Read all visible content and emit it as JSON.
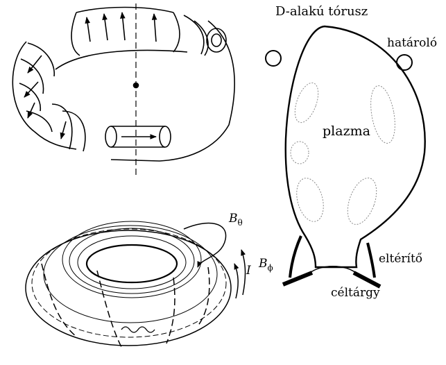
{
  "labels": {
    "d_torus": "D-alakú tórusz",
    "limiter": "határoló",
    "plasma": "plazma",
    "divertor": "eltérítő",
    "target": "céltárgy",
    "b_theta_symbol": "B",
    "b_theta_sub": "θ",
    "b_phi_symbol": "B",
    "b_phi_sub": "ϕ",
    "current": "I"
  }
}
